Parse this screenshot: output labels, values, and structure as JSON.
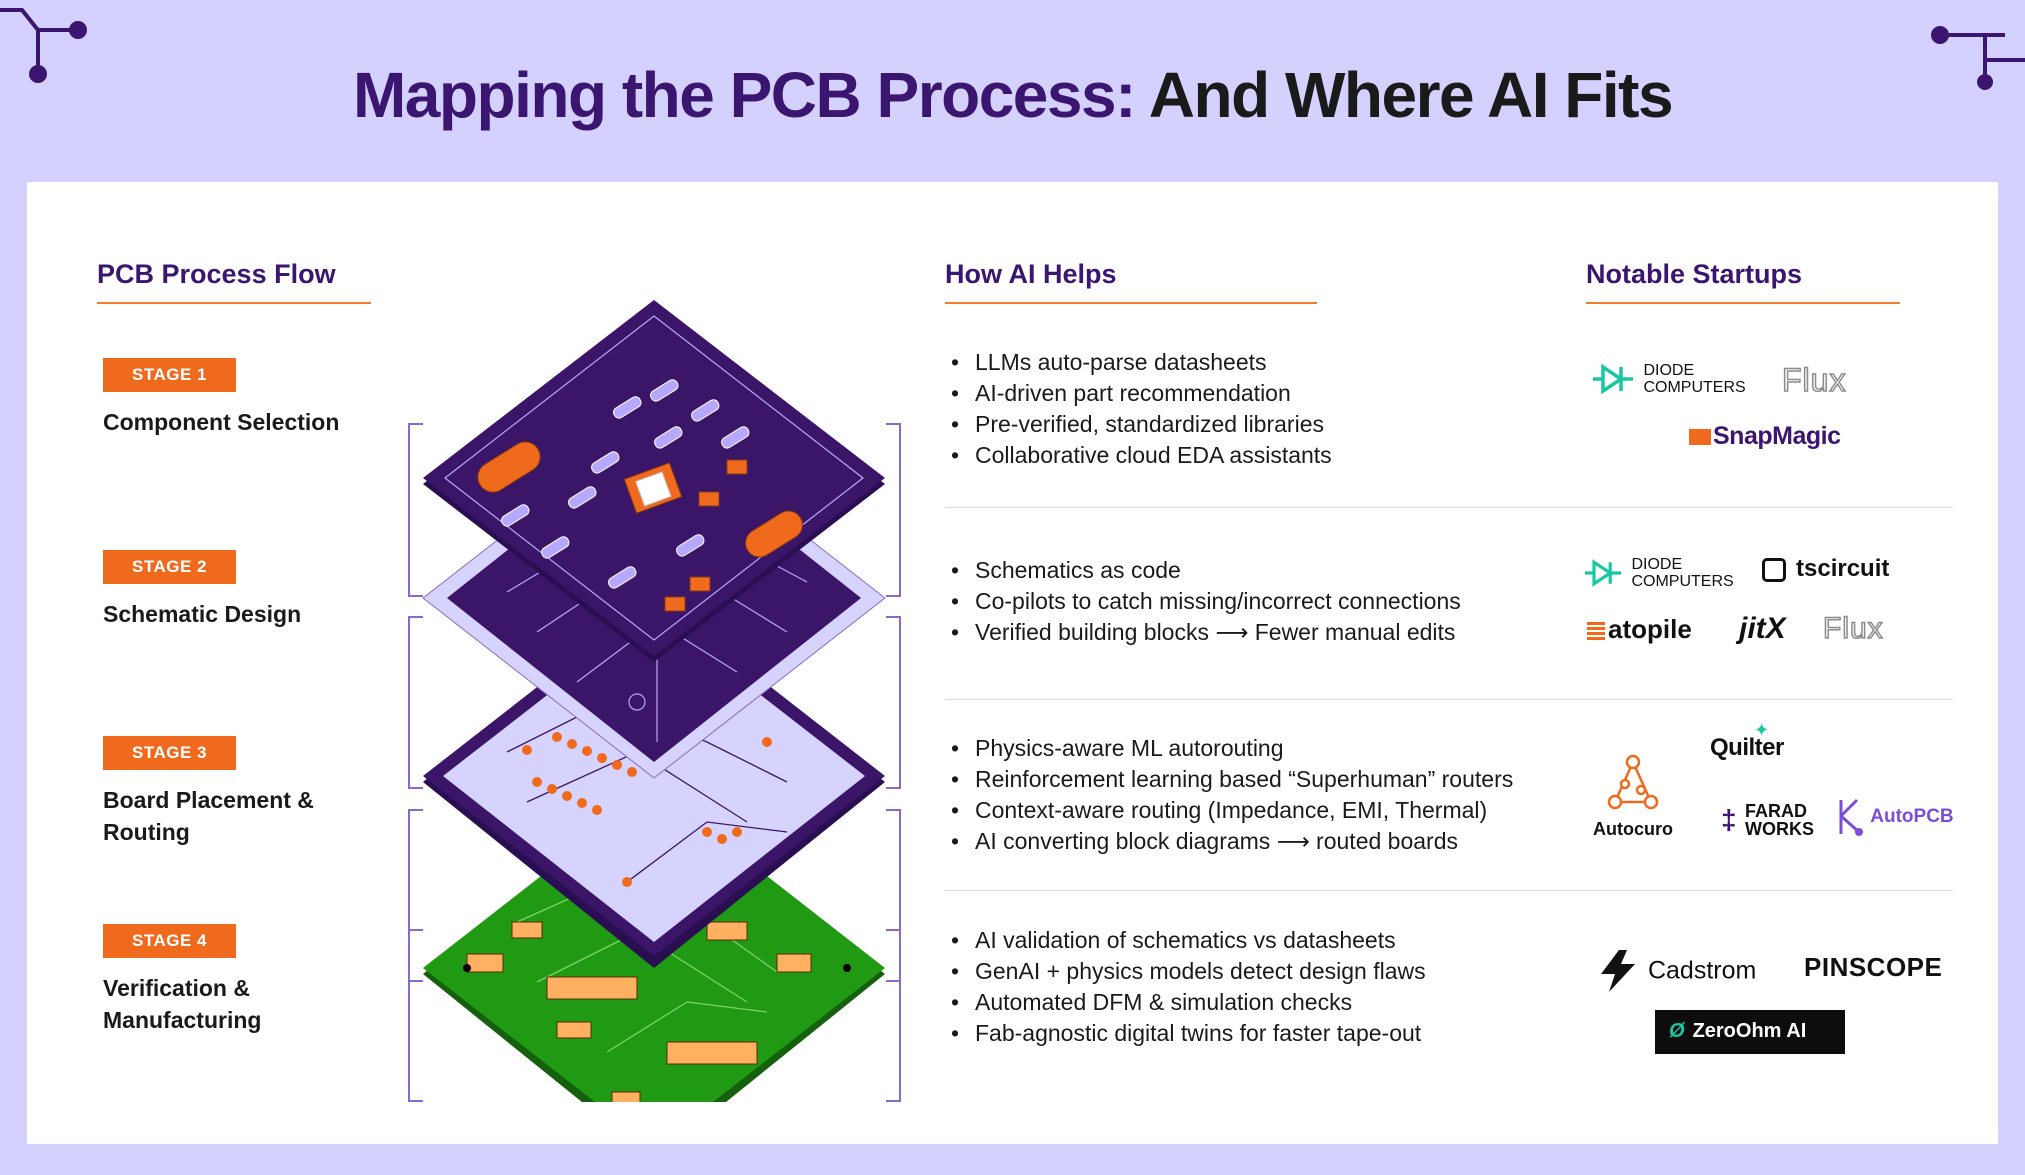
{
  "title": {
    "part1": "Mapping the PCB Process:",
    "part2": "And Where AI Fits"
  },
  "columns": {
    "process": "PCB Process Flow",
    "helps": "How AI Helps",
    "startups": "Notable Startups"
  },
  "stages": [
    {
      "badge": "STAGE 1",
      "name": "Component Selection"
    },
    {
      "badge": "STAGE 2",
      "name": "Schematic Design"
    },
    {
      "badge": "STAGE 3",
      "name": "Board Placement & Routing"
    },
    {
      "badge": "STAGE 4",
      "name": "Verification & Manufacturing"
    }
  ],
  "helps": [
    [
      "LLMs auto-parse datasheets",
      "AI-driven part recommendation",
      "Pre-verified, standardized libraries",
      "Collaborative cloud EDA assistants"
    ],
    [
      "Schematics as code",
      "Co-pilots to catch missing/incorrect connections",
      "Verified building blocks ⟶ Fewer manual edits"
    ],
    [
      "Physics-aware ML autorouting",
      "Reinforcement learning based “Superhuman” routers",
      "Context-aware routing (Impedance, EMI, Thermal)",
      "AI converting block diagrams ⟶ routed boards"
    ],
    [
      "AI validation of schematics vs datasheets",
      "GenAI + physics models detect design flaws",
      "Automated DFM & simulation checks",
      "Fab-agnostic digital twins for faster tape-out"
    ]
  ],
  "startups": {
    "diode_l1": "DIODE",
    "diode_l2": "COMPUTERS",
    "flux": "Flux",
    "snapmagic": "SnapMagic",
    "tscircuit": "tscircuit",
    "atopile": "atopile",
    "jitx": "jitX",
    "quilter": "Quilter",
    "autocuro": "Autocuro",
    "farad_l1": "FARAD",
    "farad_l2": "WORKS",
    "autopcb": "AutoPCB",
    "cadstrom": "Cadstrom",
    "pinscope": "PINSCOPE",
    "zeroohm": "ZeroOhm AI"
  },
  "colors": {
    "background": "#d4d1ff",
    "title_purple": "#3b1670",
    "accent_orange": "#f06a1e",
    "board_purple": "#3b1568",
    "board_light": "#d6d3ff",
    "board_green": "#1f9a12"
  }
}
